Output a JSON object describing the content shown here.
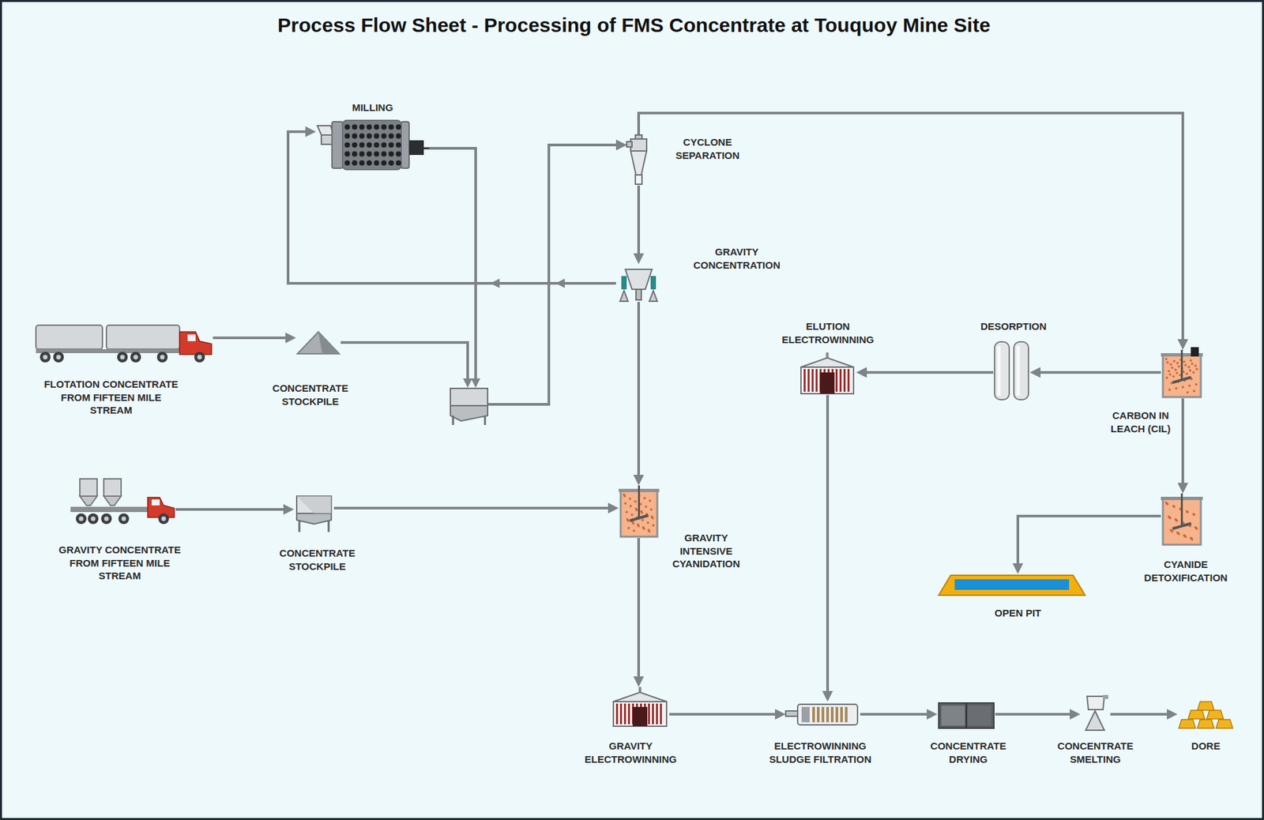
{
  "diagram": {
    "title": "Process Flow Sheet - Processing of FMS Concentrate at Touquoy Mine Site",
    "nodes": [
      {
        "text": [
          "MILLING"
        ]
      },
      {
        "text": [
          "CYCLONE SEPARATION"
        ]
      },
      {
        "text": [
          "GRAVITY CONCENTRATION"
        ]
      },
      {
        "text": [
          "FLOTATION CONCENTRATE FROM FIFTEEN MILE STREAM"
        ]
      },
      {
        "text": [
          "CONCENTRATE STOCKPILE"
        ]
      },
      {
        "text": [
          "ELUTION ELECTROWINNING"
        ]
      },
      {
        "text": [
          "DESORPTION"
        ]
      },
      {
        "text": [
          "CARBON IN LEACH (CIL)"
        ]
      },
      {
        "text": [
          "GRAVITY CONCENTRATE FROM FIFTEEN MILE STREAM"
        ]
      },
      {
        "text": [
          "CONCENTRATE STOCKPILE"
        ]
      },
      {
        "text": [
          "GRAVITY INTENSIVE CYANIDATION"
        ]
      },
      {
        "text": [
          "CYANIDE DETOXIFICATION"
        ]
      },
      {
        "text": [
          "OPEN PIT"
        ]
      },
      {
        "text": [
          "GRAVITY ELECTROWINNING"
        ]
      },
      {
        "text": [
          "ELECTROWINNING SLUDGE FILTRATION"
        ]
      },
      {
        "text": [
          "CONCENTRATE DRYING"
        ]
      },
      {
        "text": [
          "CONCENTRATE SMELTING"
        ]
      },
      {
        "text": [
          "DORE"
        ]
      }
    ],
    "edges": [
      {
        "from": 3,
        "to": 4,
        "arrow": "to"
      },
      {
        "from": 4,
        "to": 1,
        "arrow": "to"
      },
      {
        "from": 0,
        "to": 1,
        "arrow": "to"
      },
      {
        "from": 2,
        "to": 0,
        "arrow": "to"
      },
      {
        "from": 1,
        "to": 2,
        "arrow": "to"
      },
      {
        "from": 1,
        "to": 7,
        "arrow": "to"
      },
      {
        "from": 2,
        "to": 10,
        "arrow": "to"
      },
      {
        "from": 8,
        "to": 9,
        "arrow": "to"
      },
      {
        "from": 9,
        "to": 10,
        "arrow": "to"
      },
      {
        "from": 7,
        "to": 6,
        "arrow": "to"
      },
      {
        "from": 6,
        "to": 5,
        "arrow": "to"
      },
      {
        "from": 5,
        "to": 14,
        "arrow": "to"
      },
      {
        "from": 7,
        "to": 11,
        "arrow": "to"
      },
      {
        "from": 11,
        "to": 12,
        "arrow": "to"
      },
      {
        "from": 10,
        "to": 13,
        "arrow": "to"
      },
      {
        "from": 13,
        "to": 14,
        "arrow": "to"
      },
      {
        "from": 14,
        "to": 15,
        "arrow": "to"
      },
      {
        "from": 15,
        "to": 16,
        "arrow": "to"
      },
      {
        "from": 16,
        "to": 17,
        "arrow": "to"
      }
    ]
  }
}
